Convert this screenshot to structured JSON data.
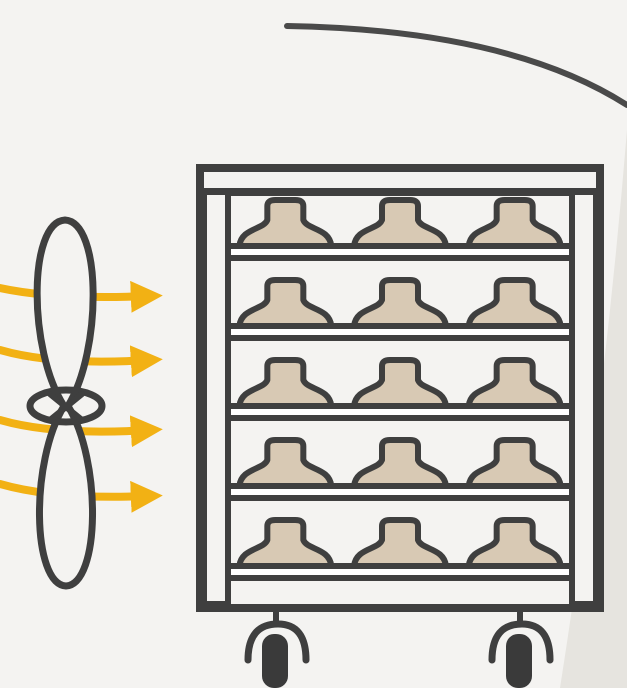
{
  "illustration": {
    "icons": {
      "fan": "fan-icon",
      "airflow": "airflow-arrow-icon",
      "rack": "drying-rack-icon",
      "shoe": "shoe-sole-icon",
      "caster": "caster-wheel-icon"
    },
    "rack": {
      "shelves": 5,
      "items_per_shelf": 3
    },
    "airflow": {
      "arrow_count": 4
    },
    "colors": {
      "background": "#f4f3f1",
      "outline": "#3f3f3f",
      "shelf_fill": "#ffffff",
      "shoe_fill": "#d8c9b4",
      "airflow": "#f2b114",
      "airflow_tail": "#f6c873"
    }
  }
}
